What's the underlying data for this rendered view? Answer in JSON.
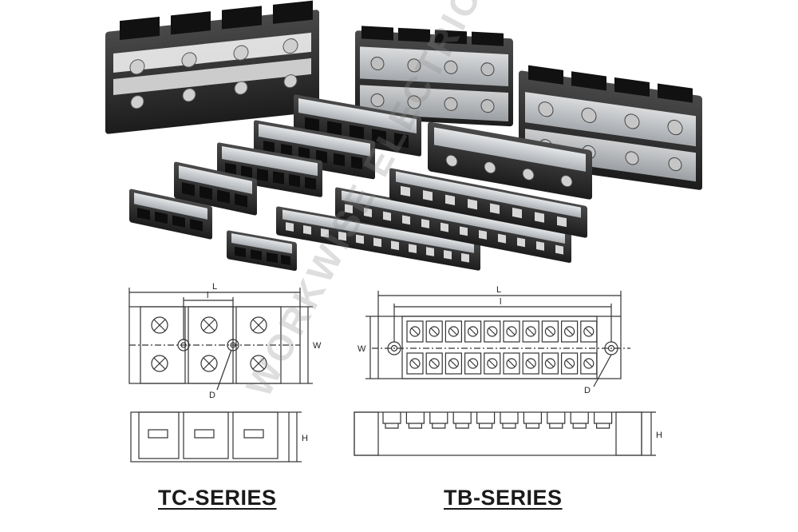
{
  "watermark": "WORKWISE ELECTRIC",
  "tc_series": {
    "label": "TC-SERIES",
    "dim_L": "L",
    "dim_l": "l",
    "dim_W": "W",
    "dim_D": "D",
    "dim_H": "H"
  },
  "tb_series": {
    "label": "TB-SERIES",
    "dim_L": "L",
    "dim_l": "l",
    "dim_W": "W",
    "dim_D": "D",
    "dim_H": "H"
  },
  "colors": {
    "housing": "#2b2b2b",
    "cover": "#dfe3e6",
    "drawing_line": "#333333"
  }
}
